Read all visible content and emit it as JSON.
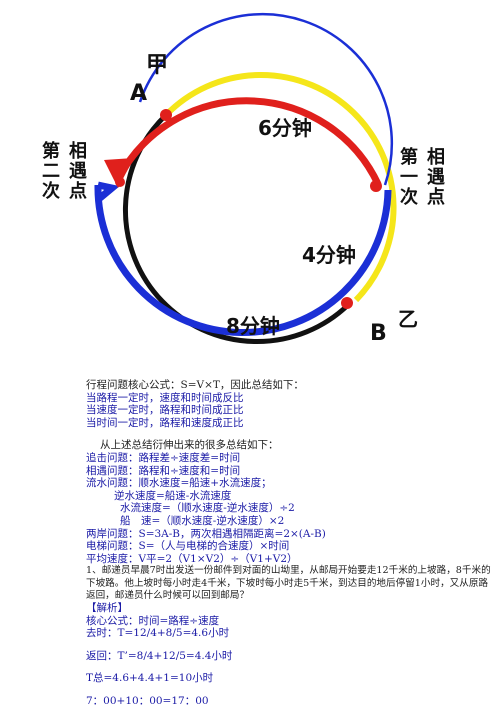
{
  "diagram": {
    "label_jia": "甲",
    "label_yi": "乙",
    "label_A": "A",
    "label_B": "B",
    "time_top": "6分钟",
    "time_right": "4分钟",
    "time_bottom": "8分钟",
    "first_meet": [
      "第",
      "一",
      "次",
      "相",
      "遇",
      "点"
    ],
    "second_meet": [
      "第",
      "二",
      "次",
      "相",
      "遇",
      "点"
    ],
    "colors": {
      "red": "#e0201c",
      "blue": "#1b2fd6",
      "yellow": "#f5e61a",
      "black": "#111111"
    }
  },
  "text": {
    "core": "行程问题核心公式：S=V×T，因此总结如下：",
    "rule1": "当路程一定时，速度和时间成反比",
    "rule2": "当速度一定时，路程和时间成正比",
    "rule3": "当时间一定时，路程和速度成正比",
    "derived": "从上述总结衍伸出来的很多总结如下：",
    "chase": "追击问题：路程差÷速度差=时间",
    "meet": "相遇问题：路程和÷速度和=时间",
    "flow": "流水问题：顺水速度=船速+水流速度；",
    "flow2": "逆水速度=船速-水流速度",
    "flow3": "水流速度=（顺水速度-逆水速度）÷2",
    "flow4": "船　速=（顺水速度-逆水速度）×2",
    "bank": "两岸问题：S=3A-B，两次相遇相隔距离=2×(A-B)",
    "elevator": "电梯问题：S=（人与电梯的合速度）×时间",
    "avg": "平均速度：V平=2（V1×V2）÷（V1+V2）",
    "problem": "1、邮递员早晨7时出发送一份邮件到对面的山坳里，从邮局开始要走12千米的上坡路，8千米的下坡路。他上坡时每小时走4千米，下坡时每小时走5千米，到达目的地后停留1小时，又从原路返回，邮递员什么时候可以回到邮局？",
    "jiexi": "【解析】",
    "core2": "核心公式：时间=路程÷速度",
    "go": "去时：T=12/4+8/5=4.6小时",
    "back": "返回：T’=8/4+12/5=4.4小时",
    "total": "T总=4.6+4.4+1=10小时",
    "clock": "7：00+10：00=17：00"
  }
}
